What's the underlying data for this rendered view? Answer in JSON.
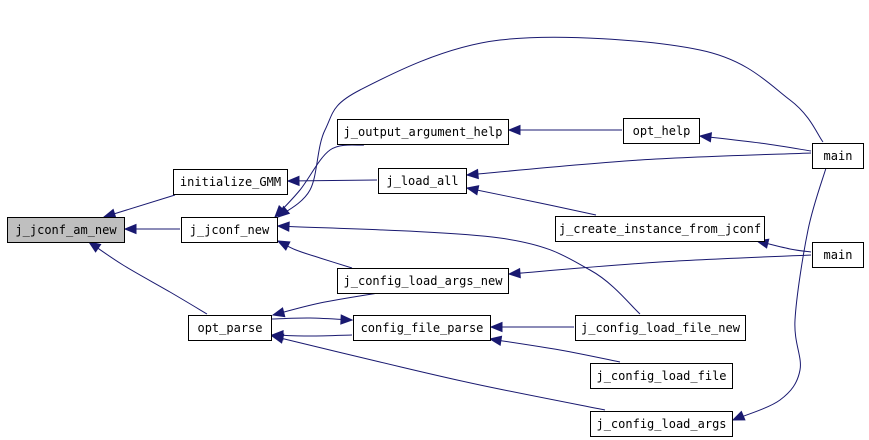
{
  "graph": {
    "colors": {
      "edge": "#191970",
      "highlight_fill": "#bfbfbf",
      "node_fill": "#ffffff",
      "node_border": "#000000"
    },
    "nodes": [
      {
        "id": "j_jconf_am_new",
        "label": "j_jconf_am_new",
        "highlight": true
      },
      {
        "id": "initialize_GMM",
        "label": "initialize_GMM"
      },
      {
        "id": "j_jconf_new",
        "label": "j_jconf_new"
      },
      {
        "id": "opt_parse",
        "label": "opt_parse"
      },
      {
        "id": "j_output_argument_help",
        "label": "j_output_argument_help"
      },
      {
        "id": "j_load_all",
        "label": "j_load_all"
      },
      {
        "id": "j_config_load_args_new",
        "label": "j_config_load_args_new"
      },
      {
        "id": "config_file_parse",
        "label": "config_file_parse"
      },
      {
        "id": "opt_help",
        "label": "opt_help"
      },
      {
        "id": "j_create_instance_from_jconf",
        "label": "j_create_instance_from_jconf"
      },
      {
        "id": "j_config_load_file_new",
        "label": "j_config_load_file_new"
      },
      {
        "id": "j_config_load_file",
        "label": "j_config_load_file"
      },
      {
        "id": "j_config_load_args",
        "label": "j_config_load_args"
      },
      {
        "id": "main_1",
        "label": "main"
      },
      {
        "id": "main_2",
        "label": "main"
      }
    ],
    "edges": [
      {
        "from": "initialize_GMM",
        "to": "j_jconf_am_new"
      },
      {
        "from": "j_jconf_new",
        "to": "j_jconf_am_new"
      },
      {
        "from": "opt_parse",
        "to": "j_jconf_am_new"
      },
      {
        "from": "j_load_all",
        "to": "initialize_GMM"
      },
      {
        "from": "j_output_argument_help",
        "to": "j_jconf_new"
      },
      {
        "from": "j_config_load_args_new",
        "to": "j_jconf_new"
      },
      {
        "from": "j_config_load_file_new",
        "to": "j_jconf_new"
      },
      {
        "from": "main_1",
        "to": "j_jconf_new"
      },
      {
        "from": "j_config_load_args_new",
        "to": "opt_parse"
      },
      {
        "from": "config_file_parse",
        "to": "opt_parse"
      },
      {
        "from": "j_config_load_args",
        "to": "opt_parse"
      },
      {
        "from": "opt_parse",
        "to": "config_file_parse"
      },
      {
        "from": "opt_help",
        "to": "j_output_argument_help"
      },
      {
        "from": "main_1",
        "to": "j_load_all"
      },
      {
        "from": "j_create_instance_from_jconf",
        "to": "j_load_all"
      },
      {
        "from": "main_2",
        "to": "j_config_load_args_new"
      },
      {
        "from": "j_config_load_file_new",
        "to": "config_file_parse"
      },
      {
        "from": "j_config_load_file",
        "to": "config_file_parse"
      },
      {
        "from": "main_1",
        "to": "opt_help"
      },
      {
        "from": "main_2",
        "to": "j_create_instance_from_jconf"
      },
      {
        "from": "main_1",
        "to": "j_config_load_args"
      }
    ]
  }
}
